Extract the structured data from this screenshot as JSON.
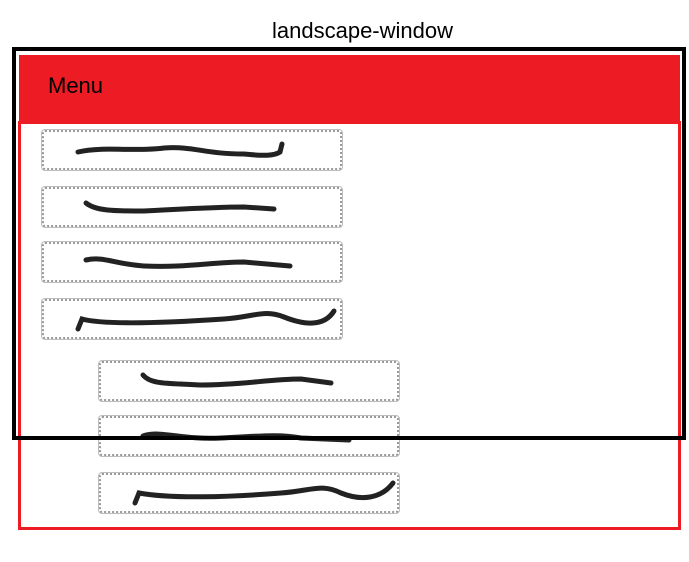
{
  "title": "landscape-window",
  "header": {
    "label": "Menu"
  },
  "colors": {
    "accent": "#ed1c24",
    "frame": "#000000",
    "item_border": "#9a9a9a"
  },
  "items": [
    {
      "level": 0
    },
    {
      "level": 0
    },
    {
      "level": 0
    },
    {
      "level": 0
    },
    {
      "level": 1
    },
    {
      "level": 1
    },
    {
      "level": 1
    }
  ]
}
